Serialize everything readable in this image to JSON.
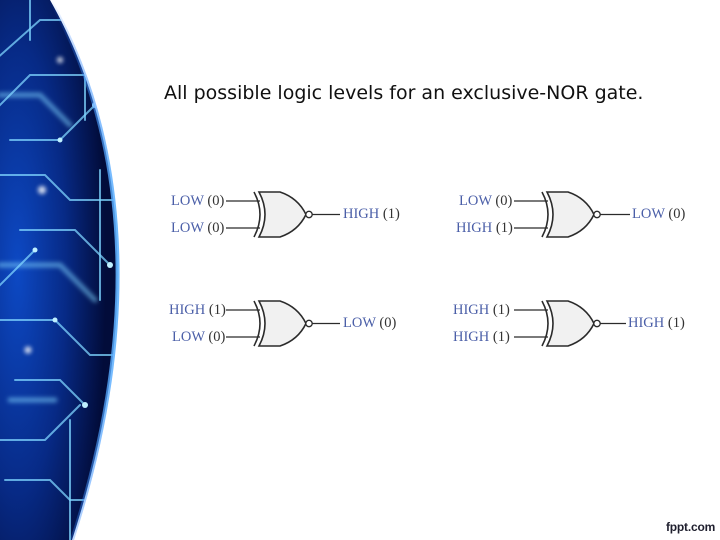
{
  "title": "All possible logic levels for an exclusive-NOR gate.",
  "gates": [
    {
      "input_a": {
        "word": "LOW",
        "value": "(0)"
      },
      "input_b": {
        "word": "LOW",
        "value": "(0)"
      },
      "output": {
        "word": "HIGH",
        "value": "(1)"
      }
    },
    {
      "input_a": {
        "word": "LOW",
        "value": "(0)"
      },
      "input_b": {
        "word": "HIGH",
        "value": "(1)"
      },
      "output": {
        "word": "LOW",
        "value": "(0)"
      }
    },
    {
      "input_a": {
        "word": "HIGH",
        "value": "(1)"
      },
      "input_b": {
        "word": "LOW",
        "value": "(0)"
      },
      "output": {
        "word": "LOW",
        "value": "(0)"
      }
    },
    {
      "input_a": {
        "word": "HIGH",
        "value": "(1)"
      },
      "input_b": {
        "word": "HIGH",
        "value": "(1)"
      },
      "output": {
        "word": "HIGH",
        "value": "(1)"
      }
    }
  ],
  "brand": "fppt.com",
  "colors": {
    "background_dark": "#03124a",
    "background_mid": "#0a3aa8",
    "circuit_glow": "#7fd6ff",
    "level_word": "#4b5fa8",
    "gate_fill": "#f1f1f1",
    "gate_stroke": "#2b2b2b"
  }
}
